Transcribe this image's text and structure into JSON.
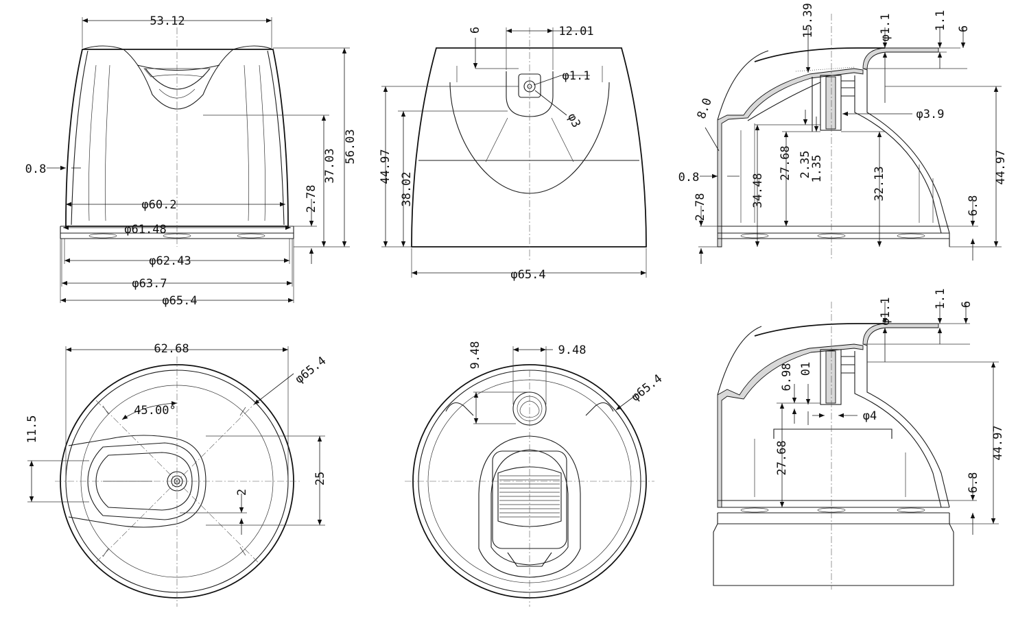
{
  "front_view": {
    "top_width": "53.12",
    "wall": "0.8",
    "dia_inner": "φ60.2",
    "dia_rim": "φ61.48",
    "dia_base_inner": "φ62.43",
    "dia_base": "φ63.7",
    "dia_outer": "φ65.4",
    "height_slot": "37.03",
    "height_total": "56.03",
    "height_base": "2.78"
  },
  "side_view": {
    "slot_offset": "6",
    "slot_width": "12.01",
    "pin_dia": "φ1.1",
    "hole_dia": "φ3",
    "height_total": "44.97",
    "height_slot": "38.02",
    "dia_outer": "φ65.4"
  },
  "section_top": {
    "angle": "8.0",
    "height_a": "15.39",
    "pin_dia": "φ1.1",
    "gap_a": "1.1",
    "gap_b": "6",
    "hole_dia": "φ3.9",
    "wall": "0.8",
    "height_base": "2.78",
    "height_inner": "34.48",
    "height_b": "27.68",
    "gap_c": "2.35",
    "gap_d": "1.35",
    "height_c": "32.13",
    "height_total": "44.97",
    "height_rim": "6.8"
  },
  "plan_view": {
    "width": "62.68",
    "dia_outer": "φ65.4",
    "angle": "45.00°",
    "offset_a": "11.5",
    "offset_b": "25",
    "offset_c": "2"
  },
  "bottom_view": {
    "offset": "9.48",
    "width": "9.48",
    "dia_outer": "φ65.4"
  },
  "section_bottom": {
    "pin_dia": "φ1.1",
    "gap_a": "1.1",
    "gap_b": "6",
    "height_a": "6.98",
    "height_b": "01",
    "hole_dia": "φ4",
    "height_c": "27.68",
    "height_total": "44.97",
    "height_rim": "6.8"
  }
}
